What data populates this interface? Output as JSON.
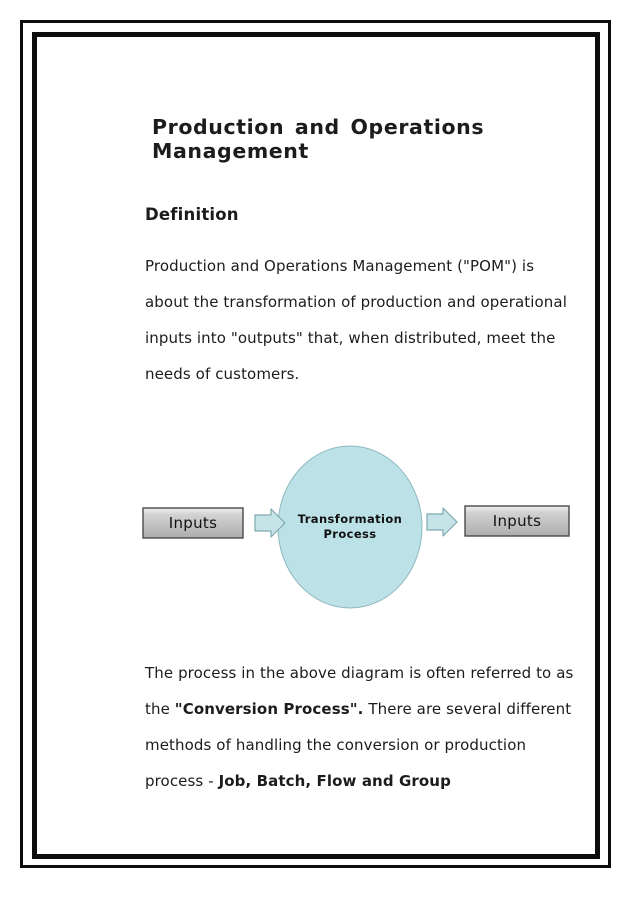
{
  "document": {
    "title": "Production and Operations Management",
    "section_heading": "Definition",
    "paragraph_1": "Production and Operations Management (\"POM\") is about the transformation of production and operational inputs into \"outputs\" that, when distributed, meet the needs of customers.",
    "paragraph_2": {
      "run_1": "The process in the above diagram is often referred to as the ",
      "run_2_bold": "\"Conversion Process\".",
      "run_3": "  There are several different methods of handling the conversion or production process - ",
      "run_4_bold": "Job, Batch, Flow and Group"
    }
  },
  "diagram": {
    "name": "transformation-process-diagram",
    "input_box_label": "Inputs",
    "output_box_label": "Inputs",
    "process_label_line_1": "Transformation",
    "process_label_line_2": "Process",
    "colors": {
      "ellipse_fill": "#bce1e6",
      "ellipse_stroke": "#8fb9bf",
      "arrow_fill": "#c6e4e8",
      "arrow_stroke": "#7fa9af",
      "box_fill_top": "#e8e8e8",
      "box_fill_bottom": "#b4b4b4",
      "box_stroke": "#4a4a4a"
    }
  },
  "page": {
    "frame_color": "#0d0d0d",
    "background": "#ffffff"
  }
}
